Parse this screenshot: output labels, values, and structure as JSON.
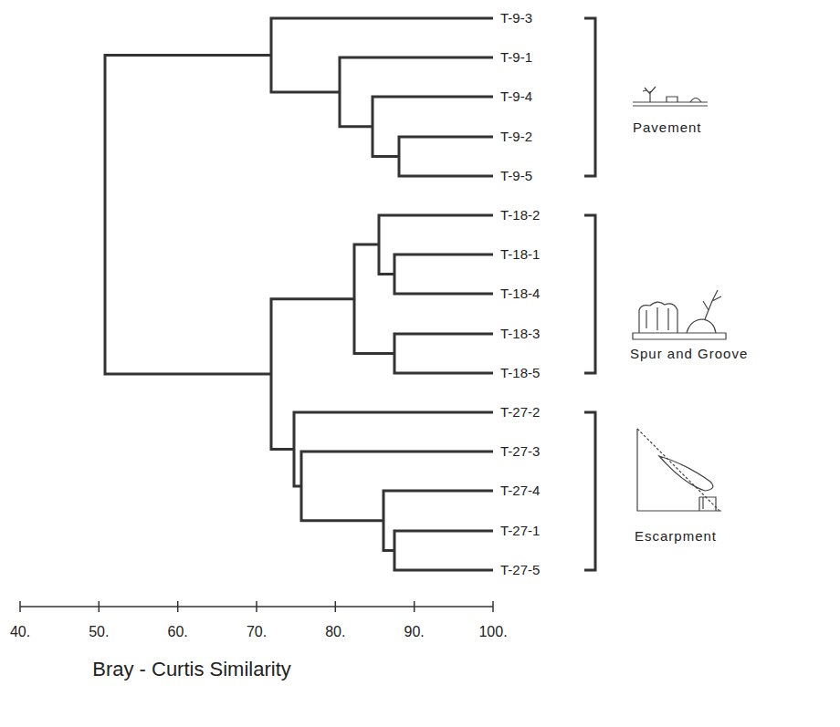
{
  "diagram": {
    "labels": [
      "T-9-3",
      "T-9-1",
      "T-9-4",
      "T-9-2",
      "T-9-5",
      "Pavement",
      "T-18-2",
      "T-18-1",
      "T-18-4",
      "T-18-3",
      "T-18-5",
      "Spur and Groove",
      "T-27-2",
      "T-27-3",
      "T-27-4",
      "T-27-1",
      "T-27-5",
      "Escarpment",
      "40.",
      "50.",
      "60.",
      "70.",
      "80.",
      "90.",
      "100.",
      "Bray - Curtis Similarity"
    ]
  }
}
